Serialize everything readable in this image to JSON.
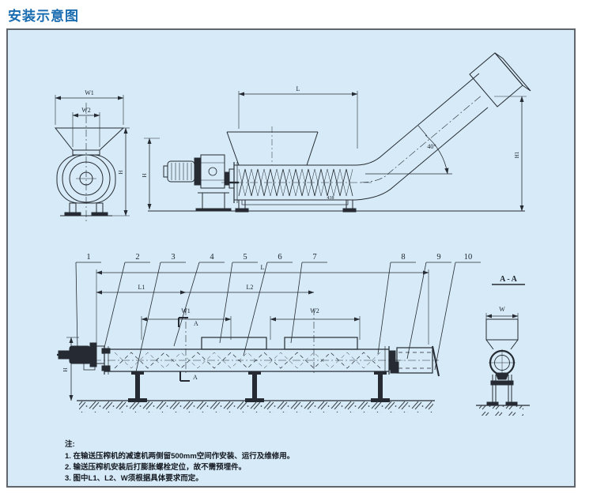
{
  "page": {
    "title": "安装示意图"
  },
  "colors": {
    "title_blue": "#1a6cb0",
    "panel_bg": "#d6ebf7",
    "panel_border": "#60666b",
    "line": "#262b33"
  },
  "front_view": {
    "dim_w1": "W1",
    "dim_w2": "W2",
    "dim_height": "H"
  },
  "side_view": {
    "dim_length": "L",
    "angle_label": "40°",
    "dim_height_left": "H",
    "dim_height_right": "H1",
    "trough_label": "438"
  },
  "bottom_view": {
    "part_numbers": [
      "1",
      "2",
      "3",
      "4",
      "5",
      "6",
      "7",
      "8",
      "9",
      "10"
    ],
    "dim_total_length": "L",
    "dim_l1": "L1",
    "dim_l2": "L2",
    "dim_w1": "W1",
    "dim_w2": "W2",
    "dim_height": "H",
    "section_mark_top": "A",
    "section_mark_bottom": "A"
  },
  "section_view": {
    "title": "A - A",
    "dim_width": "W"
  },
  "notes": {
    "heading": "注:",
    "items": [
      "1. 在输送压榨机的减速机两侧留500mm空间作安装、运行及维修用。",
      "2. 输送压榨机安装后打膨胀螺栓定位，故不需预埋件。",
      "3. 图中L1、L2、W须根据具体要求而定。"
    ]
  }
}
